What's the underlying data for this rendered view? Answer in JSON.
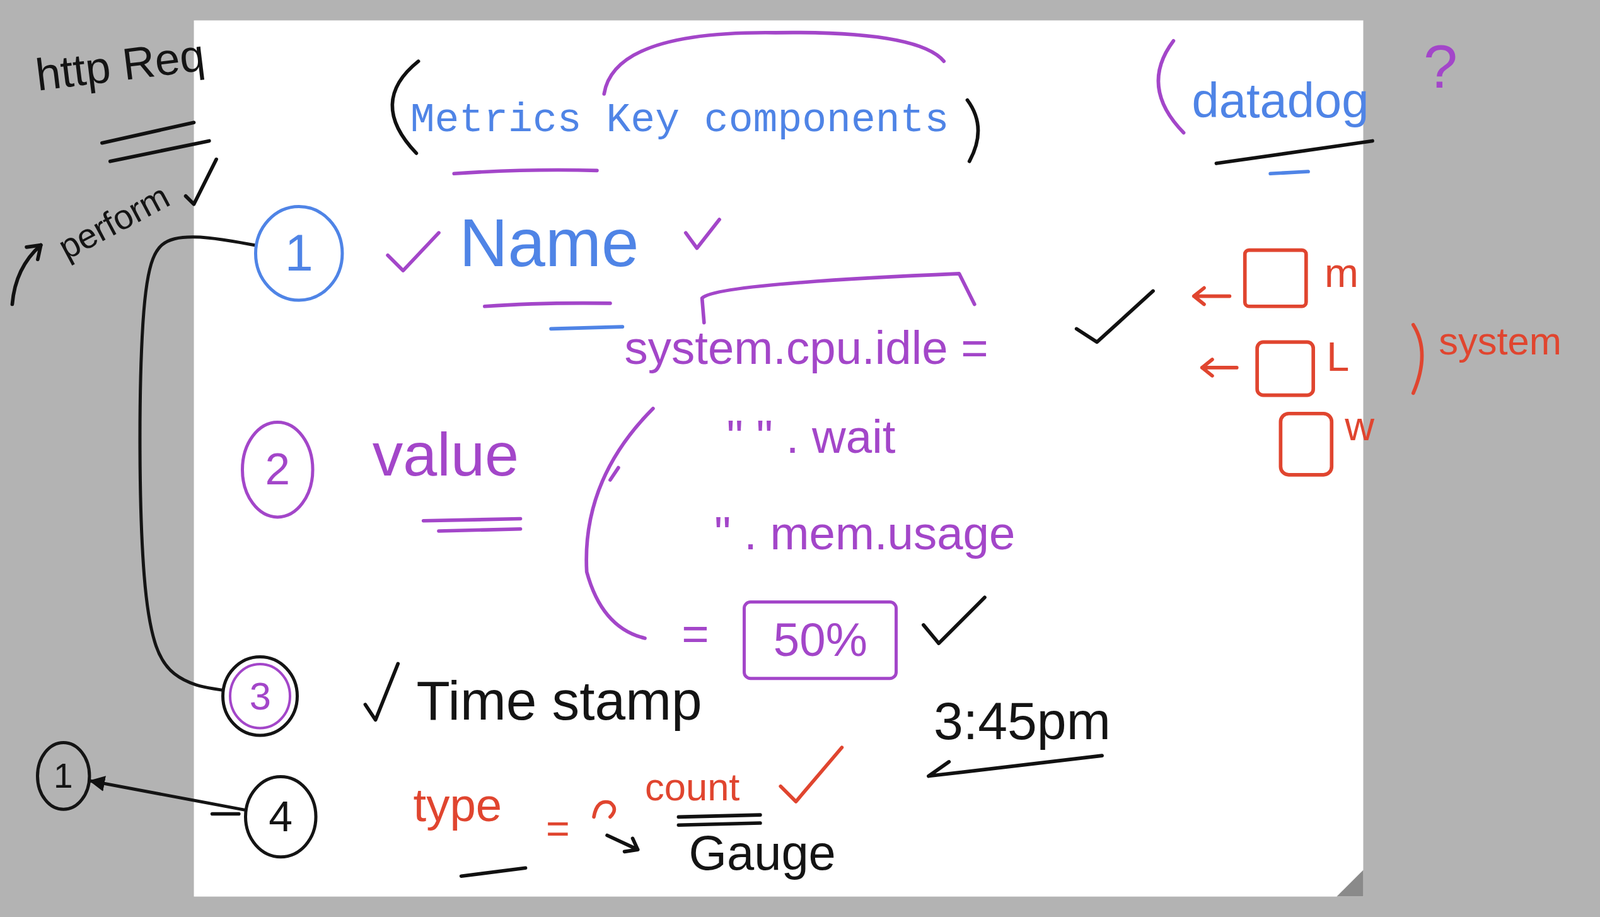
{
  "diagram": {
    "title": "Metrics Key components",
    "nodes": [
      {
        "text": [
          "1"
        ]
      },
      {
        "text": [
          "2"
        ]
      },
      {
        "text": [
          "50%"
        ]
      },
      {
        "text": [
          "3"
        ]
      },
      {
        "text": [
          "1"
        ]
      },
      {
        "text": [
          "4"
        ]
      }
    ],
    "edges": [
      {
        "from": 0,
        "to": 3,
        "arrow": "none"
      },
      {
        "from": 5,
        "to": 4,
        "arrow": "to"
      }
    ],
    "labels": [
      "http Req",
      "perform",
      "Name",
      "value",
      "system.cpu.idle =",
      "\" \" . wait",
      "\" . mem.usage",
      "=",
      "Time stamp",
      "3:45pm",
      "type",
      "=",
      "count",
      "Gauge",
      "datadog",
      "?",
      "m",
      "L",
      "w",
      "system"
    ]
  }
}
